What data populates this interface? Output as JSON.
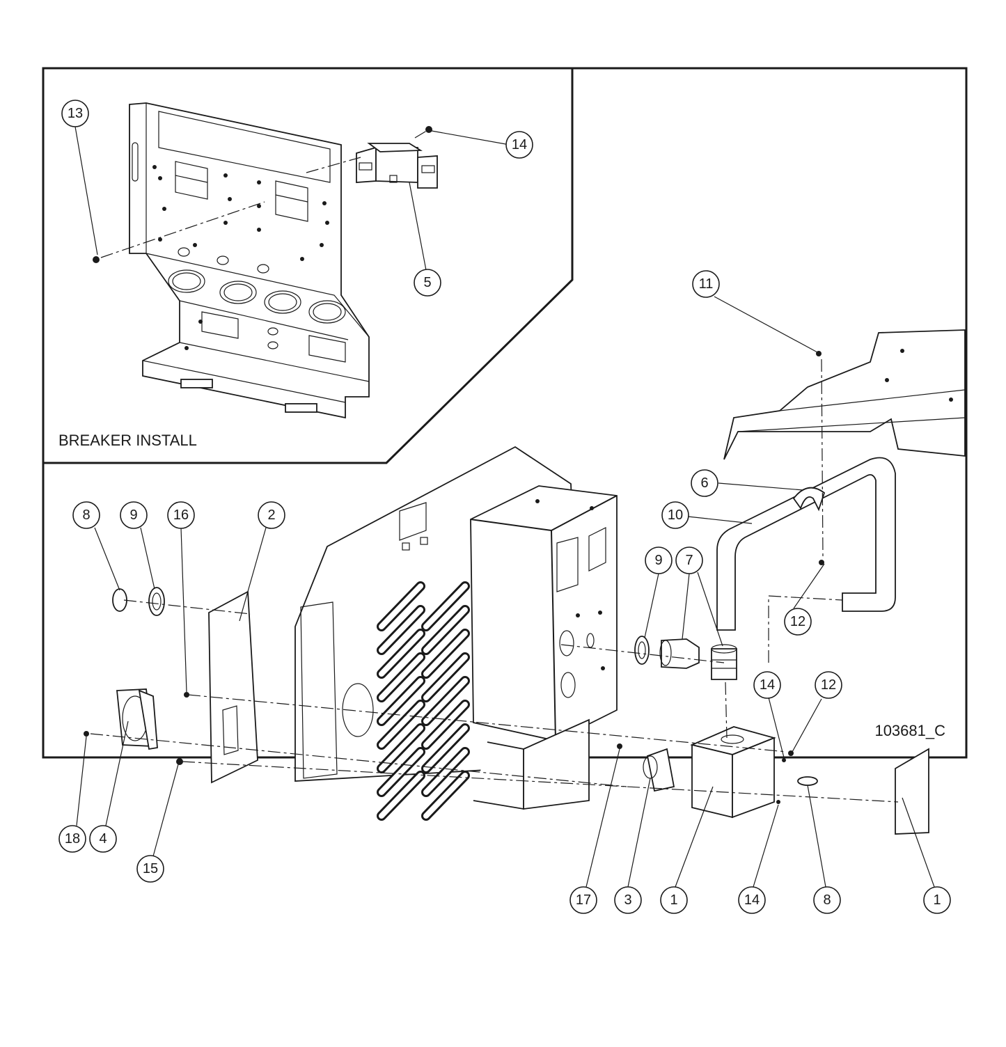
{
  "inset_caption": "BREAKER INSTALL",
  "drawing_number": "103681_C",
  "callouts": [
    "13",
    "14",
    "5",
    "11",
    "6",
    "10",
    "9",
    "7",
    "12",
    "8",
    "9",
    "16",
    "2",
    "14",
    "12",
    "18",
    "4",
    "15",
    "17",
    "3",
    "1",
    "14",
    "8",
    "1"
  ]
}
